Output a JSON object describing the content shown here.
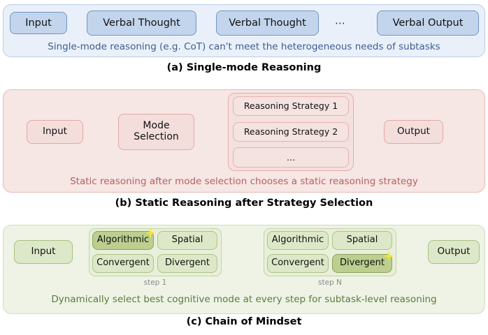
{
  "figure": {
    "panels": [
      {
        "id": "a",
        "caption": "(a) Single-mode Reasoning",
        "inner_caption": "Single-mode reasoning (e.g. CoT) can't meet the heterogeneous needs of subtasks",
        "accent_color": "#3b5d93",
        "panel_bg": "#eaf0f9",
        "panel_border": "#b9cde6",
        "nodes": [
          {
            "label": "Input"
          },
          {
            "label": "Verbal Thought"
          },
          {
            "label": "Verbal Thought"
          },
          {
            "label": "Verbal Output"
          }
        ],
        "ellipsis": "⋯"
      },
      {
        "id": "b",
        "caption": "(b) Static Reasoning after Strategy Selection",
        "inner_caption": "Static reasoning after mode selection chooses a static reasoning strategy",
        "accent_color": "#b4615e",
        "panel_bg": "#f6e6e4",
        "panel_border": "#e9b9b6",
        "input_label": "Input",
        "mode_label": "Mode\nSelection",
        "strategies": [
          "Reasoning Strategy 1",
          "Reasoning Strategy 2",
          "..."
        ],
        "output_label": "Output"
      },
      {
        "id": "c",
        "caption": "(c) Chain of Mindset",
        "inner_caption": "Dynamically select best cognitive mode at every step for subtask-level reasoning",
        "accent_color": "#5e7a3c",
        "panel_bg": "#eef3e6",
        "panel_border": "#cfdfbb",
        "input_label": "Input",
        "output_label": "Output",
        "steps": [
          {
            "step_label": "step 1",
            "modes": [
              {
                "label": "Algorithmic",
                "selected": true
              },
              {
                "label": "Spatial",
                "selected": false
              },
              {
                "label": "Convergent",
                "selected": false
              },
              {
                "label": "Divergent",
                "selected": false
              }
            ]
          },
          {
            "step_label": "step N",
            "modes": [
              {
                "label": "Algorithmic",
                "selected": false
              },
              {
                "label": "Spatial",
                "selected": false
              },
              {
                "label": "Convergent",
                "selected": false
              },
              {
                "label": "Divergent",
                "selected": true
              }
            ]
          }
        ]
      }
    ],
    "colors": {
      "blue_node_fill": "#c3d5ec",
      "blue_node_stroke": "#6f96c6",
      "blue_arrow": "#5b82b8",
      "pink_node_fill": "#f3dedc",
      "pink_node_stroke": "#e0a9a6",
      "pink_arrow": "#d89b98",
      "green_node_fill": "#dde8c8",
      "green_node_stroke": "#a9bf82",
      "green_selected_fill": "#bccf8f",
      "green_selected_stroke": "#8aa35c",
      "green_arrow": "#8aa35c",
      "star_fill": "#f5e23d",
      "step_label_color": "#8a8a8a"
    }
  }
}
